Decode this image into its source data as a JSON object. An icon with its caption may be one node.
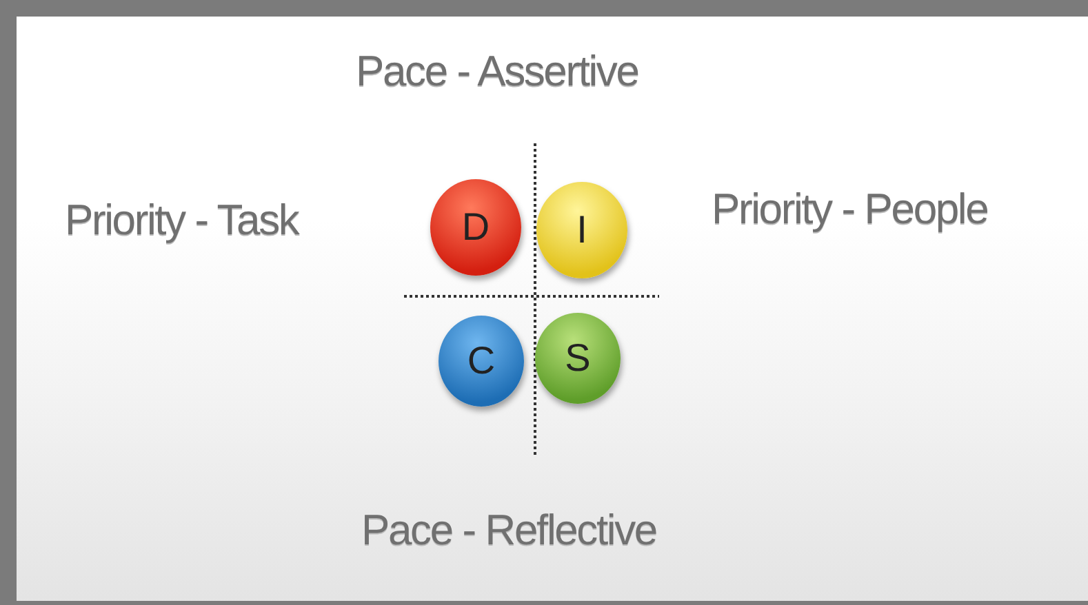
{
  "diagram": {
    "nodes": [
      {
        "text": [
          "D"
        ]
      },
      {
        "text": [
          "I"
        ]
      },
      {
        "text": [
          "C"
        ]
      },
      {
        "text": [
          "S"
        ]
      }
    ],
    "labels": [
      "Pace - Assertive",
      "Priority - Task",
      "Priority - People",
      "Pace - Reflective"
    ]
  }
}
